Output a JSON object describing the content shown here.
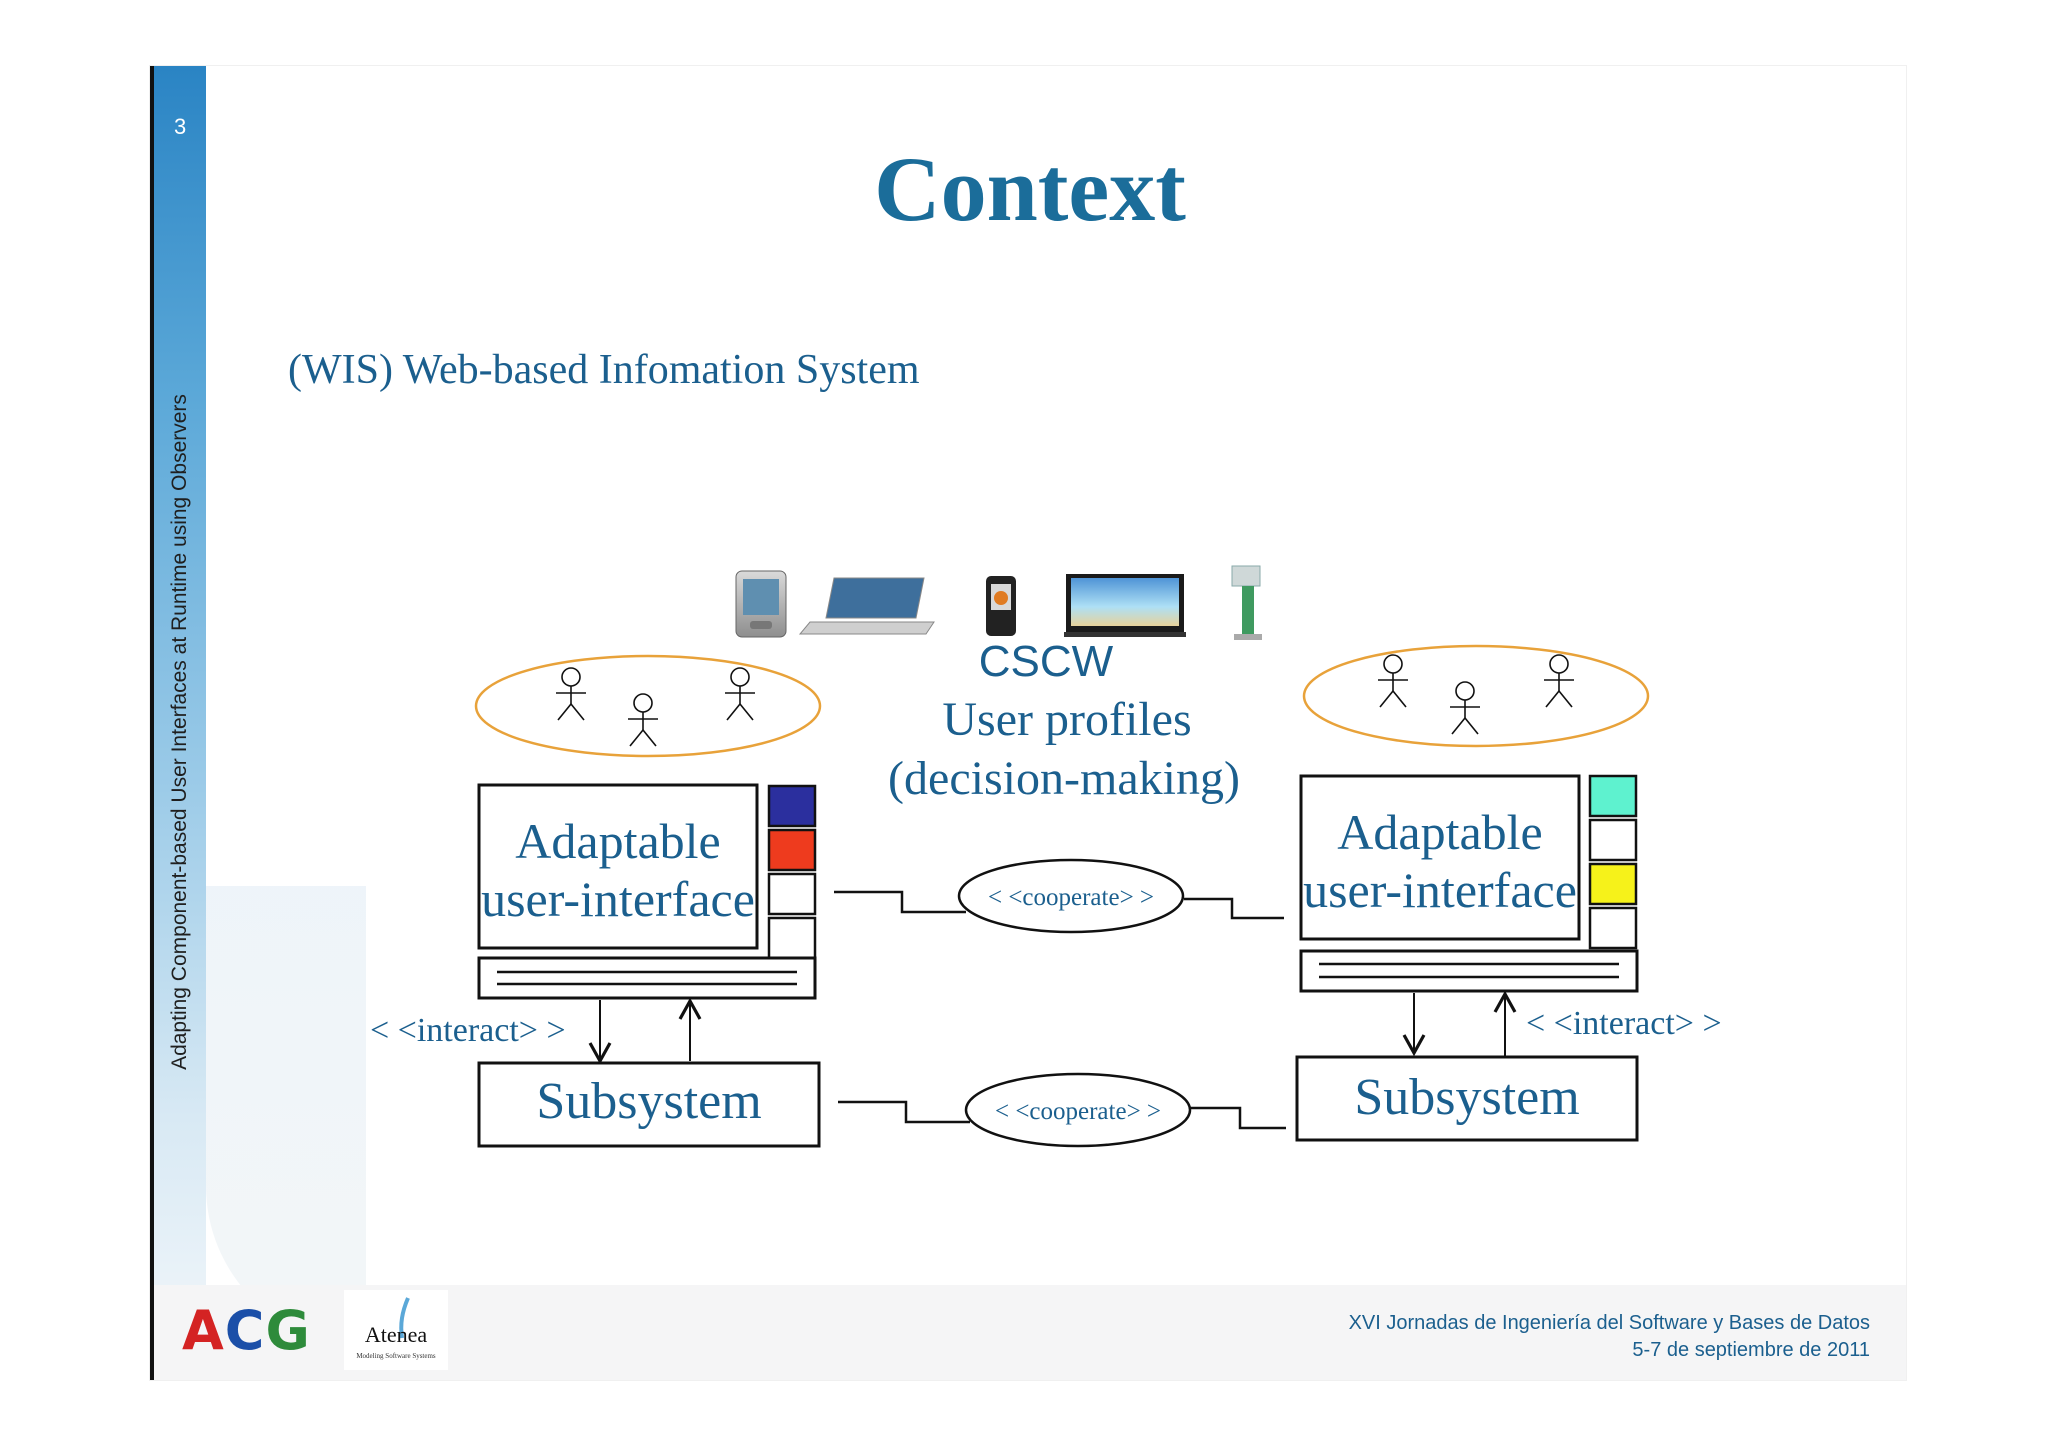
{
  "slide": {
    "number": "3",
    "vertical_title": "Adapting Component-based User Interfaces at Runtime using Observers",
    "title": "Context",
    "subtitle": "(WIS) Web-based Infomation System"
  },
  "diagram": {
    "center_label_1": "CSCW",
    "center_label_2": "User profiles",
    "center_label_3": "(decision-making)",
    "left_ui_line1": "Adaptable",
    "left_ui_line2": "user-interface",
    "right_ui_line1": "Adaptable",
    "right_ui_line2": "user-interface",
    "left_subsystem": "Subsystem",
    "right_subsystem": "Subsystem",
    "left_interact": "< <interact> >",
    "right_interact": "< <interact> >",
    "cooperate_top": "< <cooperate> >",
    "cooperate_bottom": "< <cooperate> >",
    "devices": [
      "pda-icon",
      "laptop-icon",
      "smartphone-icon",
      "tv-icon",
      "kiosk-icon"
    ],
    "left_palette": [
      "#2b2f9e",
      "#ee3b1e",
      "#ffffff",
      "#ffffff"
    ],
    "right_palette": [
      "#5ef2cf",
      "#ffffff",
      "#f6f21a",
      "#ffffff"
    ],
    "group_outline_color": "#e8a23a"
  },
  "footer": {
    "event_line1": "XVI Jornadas de Ingeniería del Software y Bases de Datos",
    "event_line2": "5-7 de septiembre de 2011",
    "logo_acg": "ACG",
    "logo_atenea": "Atenea",
    "logo_atenea_tagline": "Modeling Software Systems"
  },
  "colors": {
    "accent": "#1b6d9a",
    "text_blue": "#1b5f8e"
  }
}
